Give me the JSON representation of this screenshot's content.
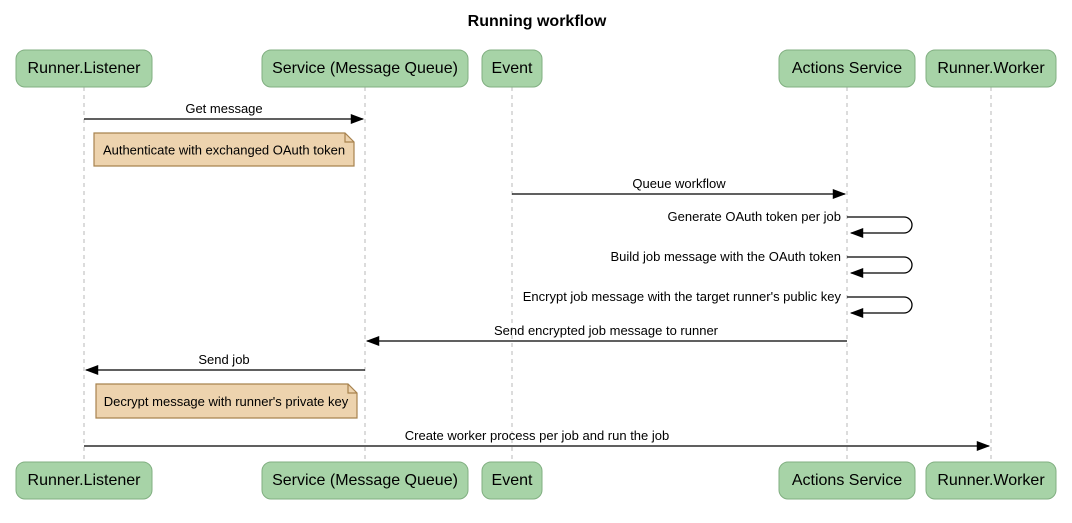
{
  "diagram": {
    "type": "sequence-diagram",
    "title": "Running workflow",
    "colors": {
      "background": "#ffffff",
      "actor_fill": "#a7d3a7",
      "actor_border": "#81af81",
      "note_fill": "#edd3ae",
      "note_border": "#a8834f",
      "lifeline": "#bababa",
      "message_line": "#000000",
      "text": "#000000"
    },
    "participants": [
      {
        "label": "Runner.Listener"
      },
      {
        "label": "Service (Message Queue)"
      },
      {
        "label": "Event"
      },
      {
        "label": "Actions Service"
      },
      {
        "label": "Runner.Worker"
      }
    ],
    "messages": [
      {
        "kind": "arrow",
        "from": "Runner.Listener",
        "to": "Service (Message Queue)",
        "label": "Get message"
      },
      {
        "kind": "note",
        "over": "Runner.Listener",
        "label": "Authenticate with exchanged OAuth token"
      },
      {
        "kind": "arrow",
        "from": "Event",
        "to": "Actions Service",
        "label": "Queue workflow"
      },
      {
        "kind": "self",
        "actor": "Actions Service",
        "label": "Generate OAuth token per job"
      },
      {
        "kind": "self",
        "actor": "Actions Service",
        "label": "Build job message with the OAuth token"
      },
      {
        "kind": "self",
        "actor": "Actions Service",
        "label": "Encrypt job message with the target runner's public key"
      },
      {
        "kind": "arrow",
        "from": "Actions Service",
        "to": "Service (Message Queue)",
        "label": "Send encrypted job message to runner"
      },
      {
        "kind": "arrow",
        "from": "Service (Message Queue)",
        "to": "Runner.Listener",
        "label": "Send job"
      },
      {
        "kind": "note",
        "over": "Runner.Listener",
        "label": "Decrypt message with runner's private key"
      },
      {
        "kind": "arrow",
        "from": "Runner.Listener",
        "to": "Runner.Worker",
        "label": "Create worker process per job and run the job"
      }
    ]
  }
}
